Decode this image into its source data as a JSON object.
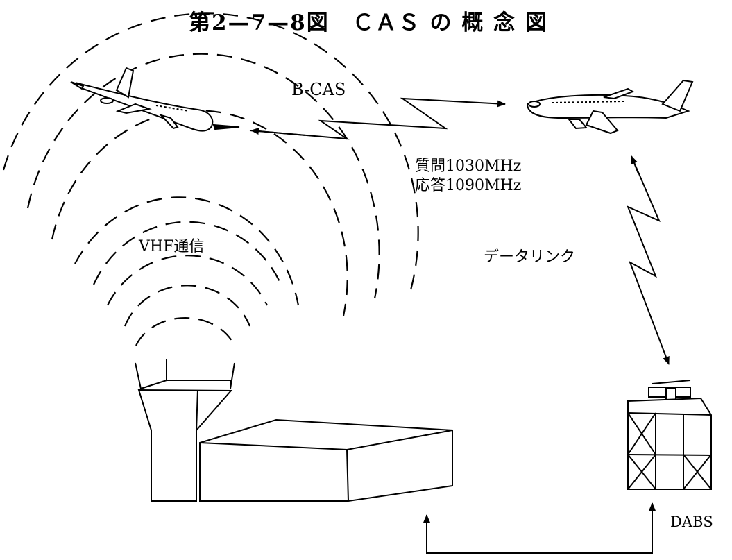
{
  "title": "第2—7—8図　ＣＡＳ の 概 念 図",
  "labels": {
    "bcas": "B-CAS",
    "interrogation": "質問1030MHz",
    "reply": "応答1090MHz",
    "vhf": "VHF通信",
    "datalink": "データリンク",
    "dabs": "DABS"
  },
  "colors": {
    "line": "#000000",
    "background": "#ffffff"
  },
  "elements": {
    "aircraft_left": "airplane-icon",
    "aircraft_right": "airplane-icon",
    "control_tower": "control-tower-icon",
    "dabs_station": "radar-station-icon"
  }
}
